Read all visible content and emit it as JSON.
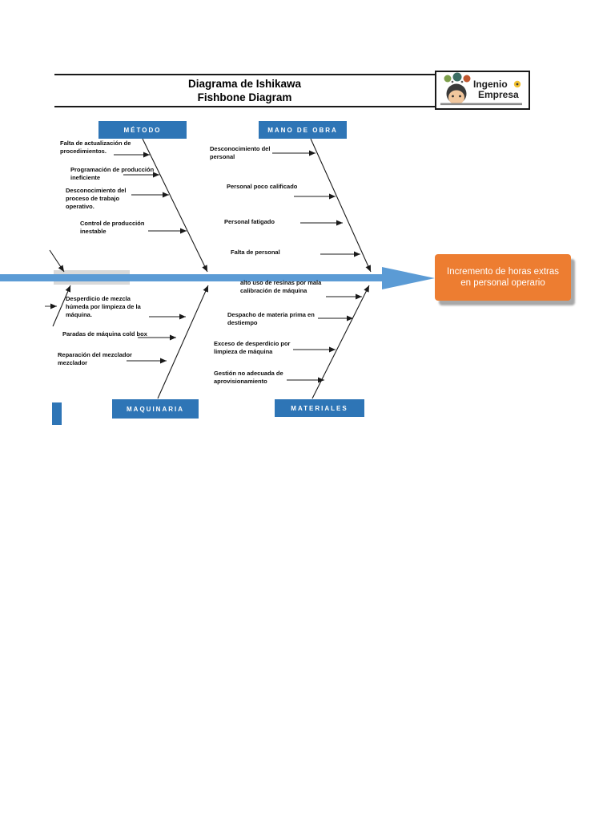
{
  "header": {
    "title_line1": "Diagrama de Ishikawa",
    "title_line2": "Fishbone Diagram",
    "logo": {
      "brand_line1": "Ingenio",
      "brand_line2": "Empresa"
    }
  },
  "diagram": {
    "type": "fishbone",
    "effect": "Incremento de horas extras en personal operario",
    "colors": {
      "category_box": "#2e75b6",
      "spine": "#5b9bd5",
      "effect_box": "#ed7d31",
      "line": "#1a1a1a"
    },
    "categories": [
      {
        "label": "MÉTODO",
        "position": "top-left",
        "causes": [
          "Falta de actualización de procedimientos.",
          "Programación de producción ineficiente",
          "Desconocimiento del proceso de trabajo operativo.",
          "Control de producción inestable"
        ]
      },
      {
        "label": "MANO DE OBRA",
        "position": "top-right",
        "causes": [
          "Desconocimiento del personal",
          "Personal poco calificado",
          "Personal fatigado",
          "Falta de personal"
        ]
      },
      {
        "label": "MAQUINARIA",
        "position": "bottom-left",
        "causes": [
          "Desperdicio de mezcla húmeda por limpieza de la máquina.",
          "Paradas de máquina cold box",
          "Reparación del mezclador mezclador"
        ]
      },
      {
        "label": "MATERIALES",
        "position": "bottom-right",
        "causes": [
          "alto uso de resinas por mala calibración de máquina",
          "Despacho de materia prima en destiempo",
          "Exceso de desperdicio por limpieza de máquina",
          "Gestión no adecuada de aprovisionamiento"
        ]
      }
    ]
  }
}
